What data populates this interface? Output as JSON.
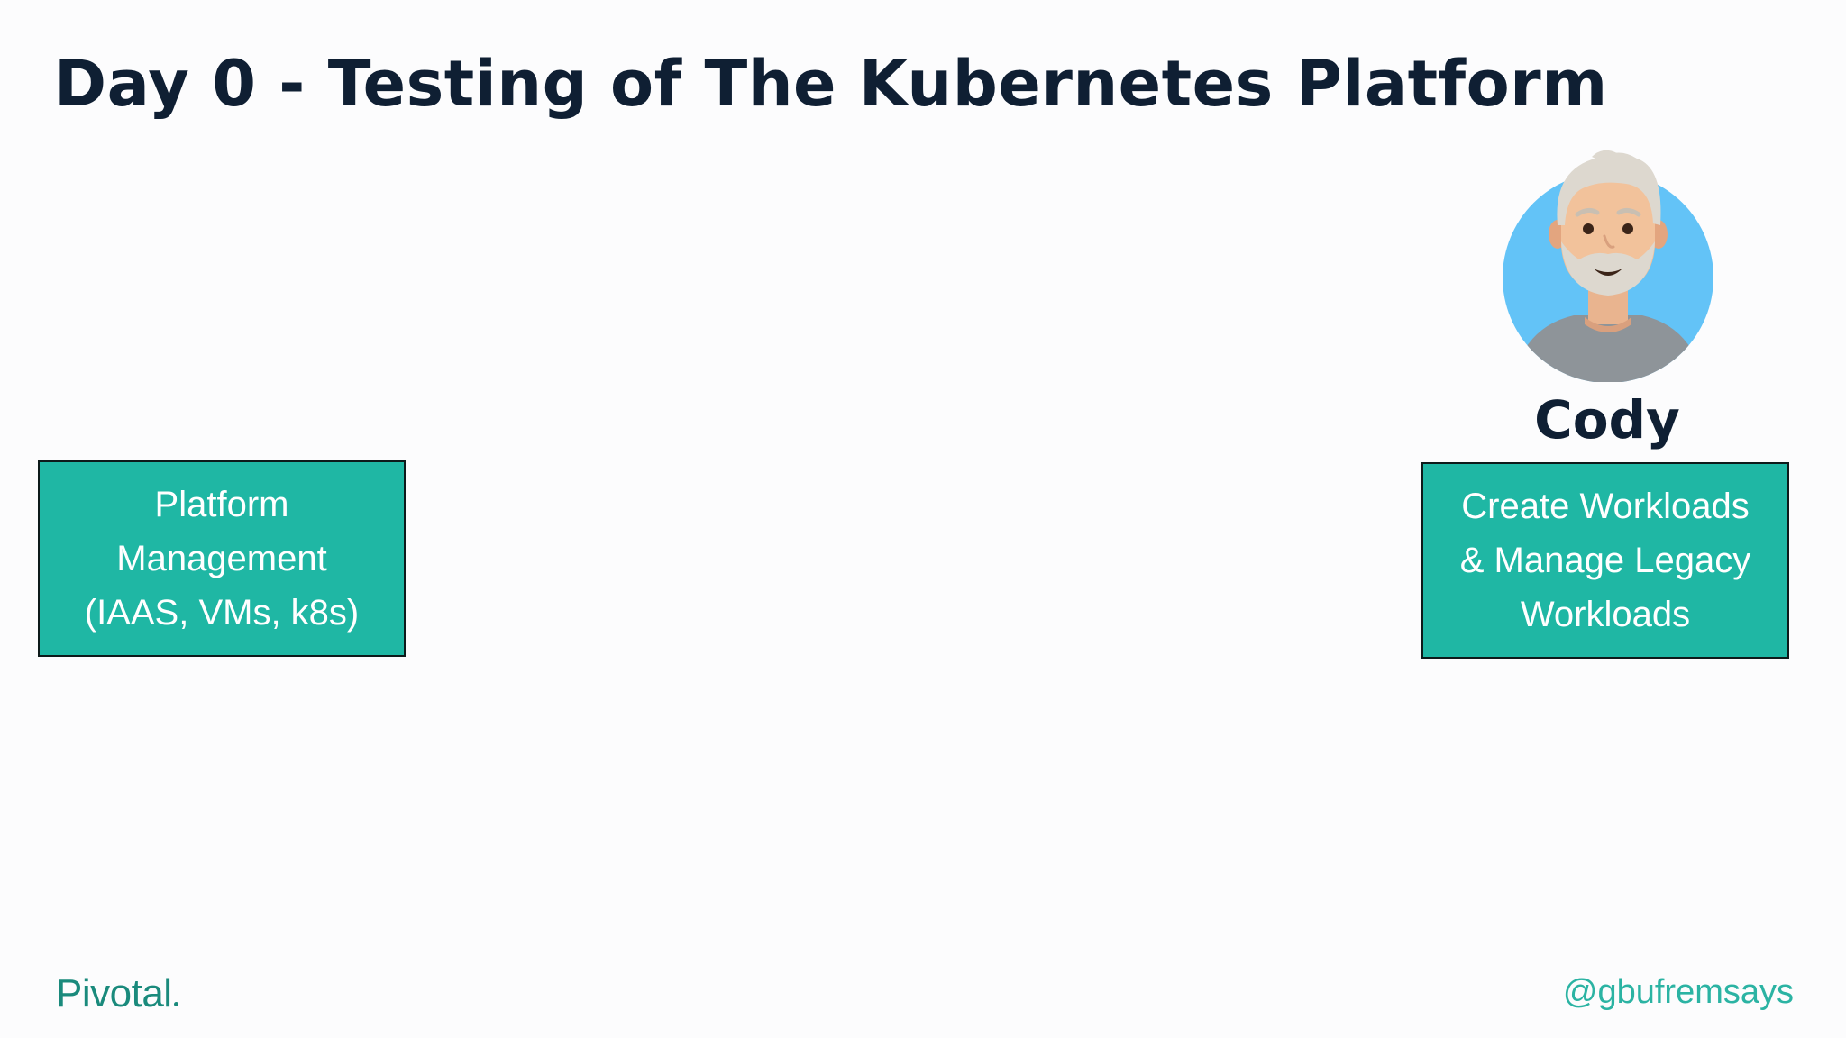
{
  "slide": {
    "title": "Day 0 - Testing of The Kubernetes Platform",
    "left_box": {
      "lines": [
        "Platform",
        "Management",
        "(IAAS, VMs, k8s)"
      ]
    },
    "right_box": {
      "lines": [
        "Create Workloads",
        "& Manage Legacy",
        "Workloads"
      ]
    },
    "persona": {
      "name": "Cody",
      "avatar_icon": "person-avatar-icon"
    },
    "footer": {
      "brand": "Pivotal",
      "handle": "@gbufremsays"
    }
  },
  "colors": {
    "box_fill": "#1fb7a4",
    "title_text": "#0f1f33",
    "brand": "#1a8a7c",
    "handle": "#2bb3a3",
    "avatar_bg": "#63c3f7"
  }
}
